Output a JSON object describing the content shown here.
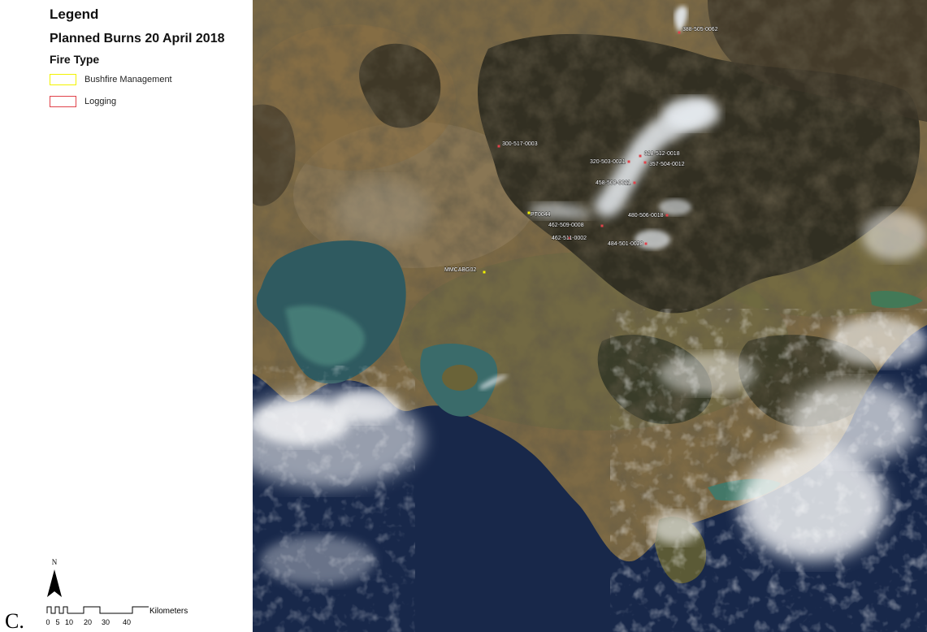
{
  "legend": {
    "title": "Legend",
    "subtitle": "Planned Burns 20 April 2018",
    "fire_type_heading": "Fire Type",
    "items": [
      {
        "label": "Bushfire Management",
        "color": "#f2f200"
      },
      {
        "label": "Logging",
        "color": "#e0424a"
      }
    ]
  },
  "north_arrow": {
    "label": "N"
  },
  "scale_bar": {
    "ticks": [
      "0",
      "5",
      "10",
      "20",
      "30",
      "40"
    ],
    "unit": "Kilometers"
  },
  "panel_letter": "C.",
  "colors": {
    "bushfire_management": "#f2f200",
    "logging": "#e0424a",
    "ocean": "#16264a",
    "smoke": "#e8edf2"
  },
  "map": {
    "burns": [
      {
        "label": "388-505-0062",
        "type": "logging"
      },
      {
        "label": "300-517-0003",
        "type": "logging"
      },
      {
        "label": "318-512-0018",
        "type": "logging"
      },
      {
        "label": "320-503-0021",
        "type": "logging"
      },
      {
        "label": "357-504-0012",
        "type": "logging"
      },
      {
        "label": "458-508-0011",
        "type": "logging"
      },
      {
        "label": "PT0044",
        "type": "bushfire"
      },
      {
        "label": "480-506-0018",
        "type": "logging"
      },
      {
        "label": "462-509-0008",
        "type": "logging"
      },
      {
        "label": "462-511-0002",
        "type": "logging"
      },
      {
        "label": "484-501-0028",
        "type": "logging"
      },
      {
        "label": "MMCABG02",
        "type": "bushfire"
      }
    ]
  }
}
